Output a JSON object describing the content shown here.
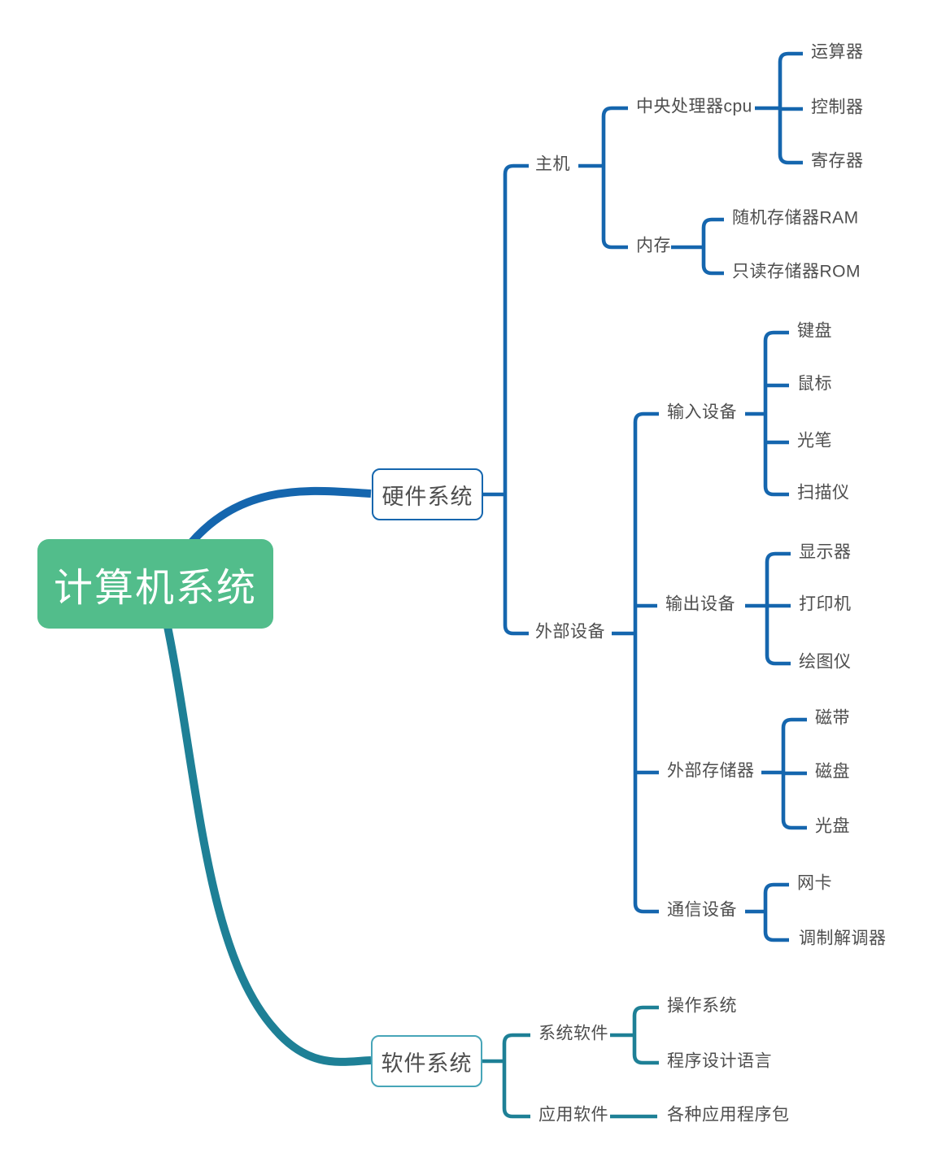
{
  "colors": {
    "root_fill": "#52bd8b",
    "root_text": "#ffffff",
    "hardware_line": "#1566ae",
    "software_line": "#1e8096",
    "software_box_border": "#47a5b8",
    "label_text": "#4e4e4e"
  },
  "map": {
    "root": {
      "label": "计算机系统",
      "children": {
        "hardware": {
          "label": "硬件系统",
          "children": {
            "host": {
              "label": "主机",
              "children": {
                "cpu": {
                  "label": "中央处理器cpu",
                  "children": {
                    "alu": {
                      "label": "运算器"
                    },
                    "controller": {
                      "label": "控制器"
                    },
                    "register": {
                      "label": "寄存器"
                    }
                  }
                },
                "memory": {
                  "label": "内存",
                  "children": {
                    "ram": {
                      "label": "随机存储器RAM"
                    },
                    "rom": {
                      "label": "只读存储器ROM"
                    }
                  }
                }
              }
            },
            "peripherals": {
              "label": "外部设备",
              "children": {
                "input": {
                  "label": "输入设备",
                  "children": {
                    "keyboard": {
                      "label": "键盘"
                    },
                    "mouse": {
                      "label": "鼠标"
                    },
                    "lightpen": {
                      "label": "光笔"
                    },
                    "scanner": {
                      "label": "扫描仪"
                    }
                  }
                },
                "output": {
                  "label": "输出设备",
                  "children": {
                    "monitor": {
                      "label": "显示器"
                    },
                    "printer": {
                      "label": "打印机"
                    },
                    "plotter": {
                      "label": "绘图仪"
                    }
                  }
                },
                "storage": {
                  "label": "外部存储器",
                  "children": {
                    "tape": {
                      "label": "磁带"
                    },
                    "disk": {
                      "label": "磁盘"
                    },
                    "cd": {
                      "label": "光盘"
                    }
                  }
                },
                "comm": {
                  "label": "通信设备",
                  "children": {
                    "nic": {
                      "label": "网卡"
                    },
                    "modem": {
                      "label": "调制解调器"
                    }
                  }
                }
              }
            }
          }
        },
        "software": {
          "label": "软件系统",
          "children": {
            "system_software": {
              "label": "系统软件",
              "children": {
                "os": {
                  "label": "操作系统"
                },
                "prog_lang": {
                  "label": "程序设计语言"
                }
              }
            },
            "app_software": {
              "label": "应用软件",
              "children": {
                "app_packages": {
                  "label": "各种应用程序包"
                }
              }
            }
          }
        }
      }
    }
  }
}
